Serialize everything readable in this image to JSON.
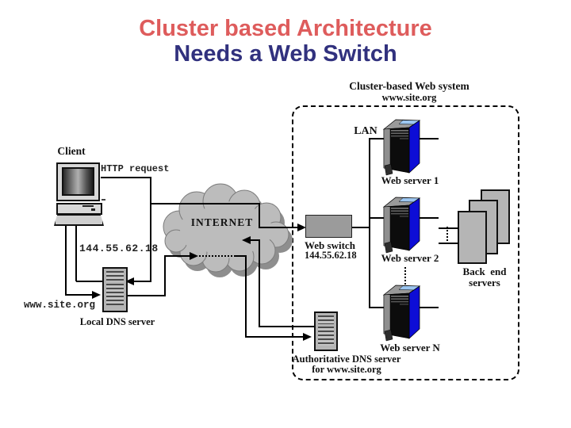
{
  "title": {
    "line1": "Cluster based Architecture",
    "line2": "Needs a Web Switch"
  },
  "colors": {
    "title_red": "#de5c5c",
    "title_navy": "#31317e",
    "server_blue": "#0d0dd6",
    "device_gray": "#b5b5b5"
  },
  "diagram": {
    "cluster_box": {
      "line1": "Cluster-based Web system",
      "line2": "www.site.org"
    },
    "lan": "LAN",
    "client": "Client",
    "http_request": "HTTP request",
    "client_ip": "144.55.62.18",
    "site": "www.site.org",
    "local_dns": "Local DNS server",
    "internet": "INTERNET",
    "web_switch": {
      "label": "Web switch",
      "ip": "144.55.62.18"
    },
    "web_servers": [
      {
        "label": "Web server 1"
      },
      {
        "label": "Web server 2"
      },
      {
        "label": "Web server N"
      }
    ],
    "backend": {
      "line1": "Back  end",
      "line2": "servers"
    },
    "auth_dns": {
      "line1": "Authoritative DNS server",
      "line2": "for www.site.org"
    }
  }
}
